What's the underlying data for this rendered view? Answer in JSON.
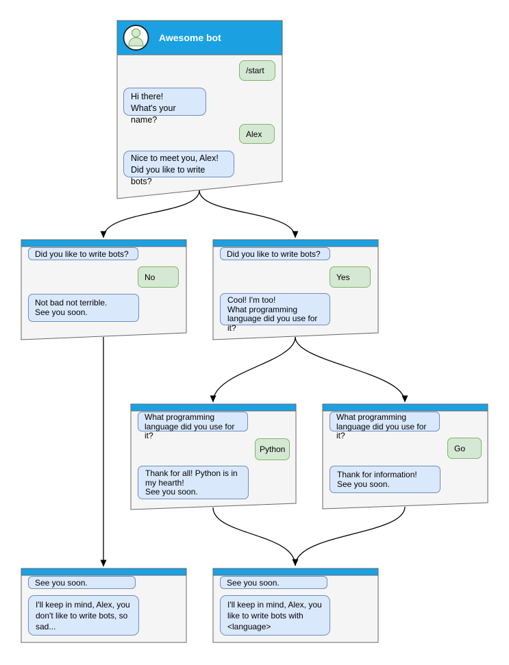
{
  "colors": {
    "header_blue": "#1BA1E2",
    "node_fill": "#F5F5F5",
    "node_border": "#666666",
    "bot_bubble_fill": "#DAE8FC",
    "bot_bubble_border": "#6C8EBF",
    "user_bubble_fill": "#D5E8D4",
    "user_bubble_border": "#82B366",
    "connector": "#000000"
  },
  "icons": {
    "bot_avatar": "person-icon"
  },
  "nodes": {
    "start": {
      "title": "Awesome bot",
      "command": "/start",
      "greeting": "Hi there!\nWhat's your name?",
      "name_reply": "Alex",
      "ask_bots": "Nice to meet you, Alex!\nDid you like to write bots?"
    },
    "no": {
      "question": "Did you like to write bots?",
      "answer": "No",
      "response": "Not bad not terrible.\nSee you soon."
    },
    "yes": {
      "question": "Did you like to write bots?",
      "answer": "Yes",
      "response": "Cool! I'm too!\nWhat programming\nlanguage did you use for it?"
    },
    "python": {
      "question": "What programming\nlanguage did you use for it?",
      "answer": "Python",
      "response": "Thank for all! Python is in\nmy hearth!\nSee you soon."
    },
    "go": {
      "question": "What programming\nlanguage did you use for it?",
      "answer": "Go",
      "response": "Thank for information!\nSee you soon."
    },
    "end_no": {
      "question": "See you soon.",
      "response": "I'll keep in mind, Alex, you\ndon't like to write bots, so\nsad..."
    },
    "end_yes": {
      "question": "See you soon.",
      "response": "I'll keep in mind, Alex, you\nlike to write bots with\n<language>"
    }
  }
}
